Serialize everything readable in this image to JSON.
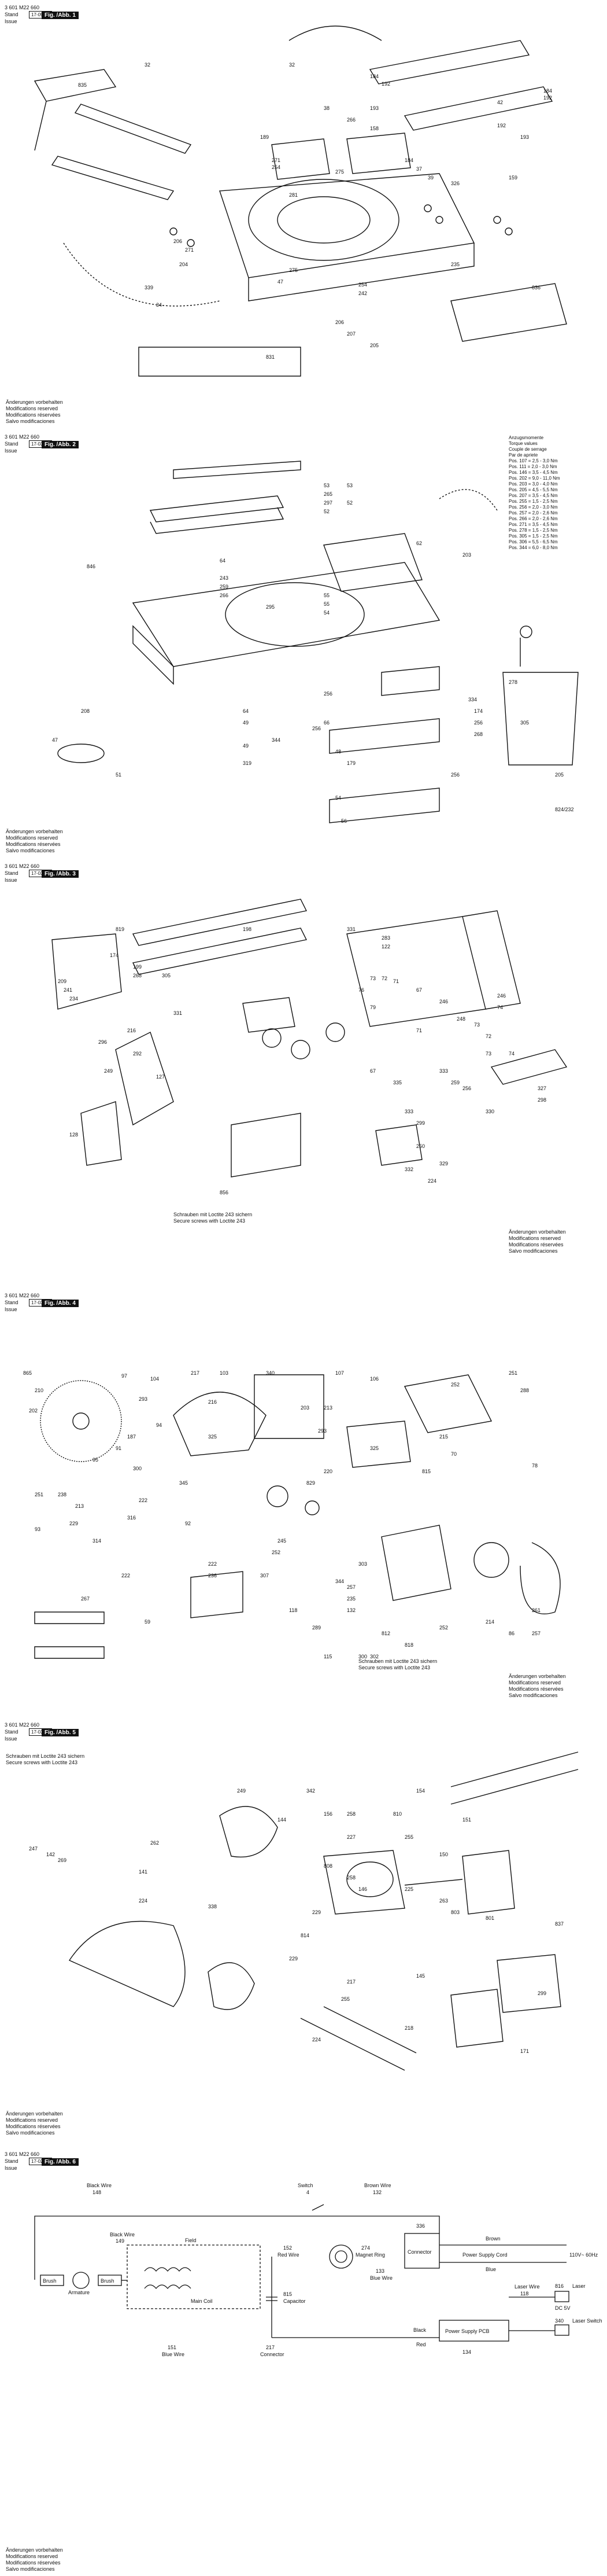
{
  "pages": [
    {
      "doc_no": "3 601 M22 660",
      "stand_label": "Stand",
      "issue_label": "Issue",
      "stand_code": "17-09-18",
      "fig_label": "Fig. /Abb. 1",
      "labels": [
        "835",
        "32",
        "184",
        "192",
        "184",
        "192",
        "193",
        "32",
        "38",
        "266",
        "158",
        "189",
        "271",
        "254",
        "275",
        "281",
        "42",
        "192",
        "193",
        "184",
        "37",
        "39",
        "326",
        "159",
        "206",
        "271",
        "204",
        "339",
        "34",
        "275",
        "242",
        "206",
        "207",
        "235",
        "836",
        "205",
        "831",
        "47",
        "254"
      ],
      "notice": [
        "Änderungen vorbehalten",
        "Modifications reserved",
        "Modifications réservées",
        "Salvo modificaciones"
      ]
    },
    {
      "doc_no": "3 601 M22 660",
      "stand_label": "Stand",
      "issue_label": "Issue",
      "stand_code": "17-03-26",
      "fig_label": "Fig. /Abb. 2",
      "torque_title": [
        "Anzugsmomente",
        "Torque values",
        "Couple de serrage",
        "Par de apriete"
      ],
      "torque_lines": [
        "Pos. 107 = 2,5 - 3,0 Nm",
        "Pos. 111 = 2,0 - 3,0 Nm",
        "Pos. 146 = 3,5 - 4,5 Nm",
        "Pos. 202 = 9,0 - 11,0 Nm",
        "Pos. 203 = 3,0 - 4,0 Nm",
        "Pos. 205 = 4,5 - 5,5 Nm",
        "Pos. 207 = 3,5 - 4,5 Nm",
        "Pos. 255 = 1,5 - 2,5 Nm",
        "Pos. 256 = 2,0 - 3,0 Nm",
        "Pos. 257 = 2,0 - 2,6 Nm",
        "Pos. 266 = 2,0 - 2,6 Nm",
        "Pos. 271 = 3,5 - 4,5 Nm",
        "Pos. 278 = 1,5 - 2,5 Nm",
        "Pos. 305 = 1,5 - 2,5 Nm",
        "Pos. 306 = 5,5 - 6,5 Nm",
        "Pos. 344 = 6,0 - 8,0 Nm"
      ],
      "labels": [
        "53",
        "53",
        "265",
        "297",
        "52",
        "52",
        "846",
        "64",
        "62",
        "203",
        "243",
        "259",
        "266",
        "55",
        "55",
        "54",
        "295",
        "208",
        "256",
        "47",
        "344",
        "49",
        "51",
        "49",
        "256",
        "66",
        "64",
        "334",
        "174",
        "256",
        "268",
        "305",
        "278",
        "319",
        "48",
        "179",
        "256",
        "205",
        "54",
        "56",
        "824/232"
      ],
      "notice": [
        "Änderungen vorbehalten",
        "Modifications reserved",
        "Modifications réservées",
        "Salvo modificaciones"
      ]
    },
    {
      "doc_no": "3 601 M22 660",
      "stand_label": "Stand",
      "issue_label": "Issue",
      "stand_code": "17-03-10",
      "fig_label": "Fig. /Abb. 3",
      "labels": [
        "819",
        "198",
        "331",
        "283",
        "122",
        "174",
        "199",
        "268",
        "305",
        "209",
        "241",
        "234",
        "331",
        "216",
        "296",
        "292",
        "249",
        "127",
        "128",
        "73",
        "72",
        "71",
        "76",
        "79",
        "67",
        "246",
        "248",
        "246",
        "74",
        "73",
        "72",
        "71",
        "73",
        "74",
        "333",
        "259",
        "256",
        "330",
        "327",
        "298",
        "67",
        "335",
        "333",
        "299",
        "856",
        "250",
        "332",
        "329",
        "224"
      ],
      "screw_note": [
        "Schrauben mit Loctite 243 sichern",
        "Secure screws with Loctite 243"
      ],
      "notice": [
        "Änderungen vorbehalten",
        "Modifications reserved",
        "Modifications réservées",
        "Salvo modificaciones"
      ]
    },
    {
      "doc_no": "3 601 M22 660",
      "stand_label": "Stand",
      "issue_label": "Issue",
      "stand_code": "17-03-15",
      "fig_label": "Fig. /Abb. 4",
      "labels": [
        "865",
        "210",
        "202",
        "97",
        "104",
        "217",
        "103",
        "340",
        "107",
        "106",
        "251",
        "293",
        "252",
        "288",
        "94",
        "216",
        "203",
        "213",
        "187",
        "91",
        "325",
        "95",
        "300",
        "293",
        "325",
        "70",
        "215",
        "220",
        "829",
        "815",
        "78",
        "251",
        "238",
        "213",
        "229",
        "345",
        "222",
        "93",
        "316",
        "92",
        "314",
        "245",
        "252",
        "222",
        "236",
        "307",
        "303",
        "222",
        "267",
        "59",
        "344",
        "257",
        "235",
        "132",
        "118",
        "289",
        "115",
        "300",
        "302",
        "812",
        "818",
        "252",
        "214",
        "86",
        "261",
        "257"
      ],
      "screw_note": [
        "Schrauben mit Loctite 243 sichern",
        "Secure screws with Loctite 243"
      ],
      "notice": [
        "Änderungen vorbehalten",
        "Modifications reserved",
        "Modifications réservées",
        "Salvo modificaciones"
      ]
    },
    {
      "doc_no": "3 601 M22 660",
      "stand_label": "Stand",
      "issue_label": "Issue",
      "stand_code": "17-03-16",
      "fig_label": "Fig. /Abb. 5",
      "screw_note": [
        "Schrauben mit Loctite 243 sichern",
        "Secure screws with Loctite 243"
      ],
      "labels": [
        "249",
        "342",
        "154",
        "144",
        "156",
        "258",
        "810",
        "151",
        "247",
        "142",
        "262",
        "227",
        "255",
        "808",
        "150",
        "269",
        "141",
        "258",
        "146",
        "225",
        "263",
        "803",
        "224",
        "338",
        "229",
        "801",
        "814",
        "837",
        "229",
        "145",
        "299",
        "217",
        "255",
        "218",
        "224",
        "171"
      ],
      "notice": [
        "Änderungen vorbehalten",
        "Modifications reserved",
        "Modifications réservées",
        "Salvo modificaciones"
      ]
    },
    {
      "doc_no": "3 601 M22 660",
      "stand_label": "Stand",
      "issue_label": "Issue",
      "stand_code": "17-02-12",
      "fig_label": "Fig. /Abb. 6",
      "wiring": {
        "black_wire_top": "Black Wire",
        "n148": "148",
        "switch": "Switch",
        "n4": "4",
        "brown_wire": "Brown Wire",
        "n132": "132",
        "connector": "Connector",
        "n336": "336",
        "brown": "Brown",
        "power_cord": "Power Supply Cord",
        "voltage": "110V~ 60Hz",
        "blue": "Blue",
        "black_wire_mid": "Black Wire",
        "n149": "149",
        "field": "Field",
        "n152": "152",
        "red_wire": "Red Wire",
        "n274": "274",
        "magnet_ring": "Magnet Ring",
        "n133": "133",
        "blue_wire_right": "Blue Wire",
        "main_coil": "Main Coil",
        "brush_l": "Brush",
        "armature": "Armature",
        "brush_r": "Brush",
        "n815": "815",
        "capacitor": "Capacitor",
        "laser_wire": "Laser Wire",
        "n118": "118",
        "n816": "816",
        "laser": "Laser",
        "dc5v": "DC 5V",
        "n340": "340",
        "laser_switch": "Laser Switch",
        "black": "Black",
        "pcb": "Power Supply PCB",
        "red": "Red",
        "n151": "151",
        "blue_wire_bottom": "Blue Wire",
        "n217": "217",
        "connector_bottom": "Connector",
        "n134": "134"
      },
      "notice": [
        "Änderungen vorbehalten",
        "Modifications reserved",
        "Modifications réservées",
        "Salvo modificaciones"
      ]
    }
  ]
}
